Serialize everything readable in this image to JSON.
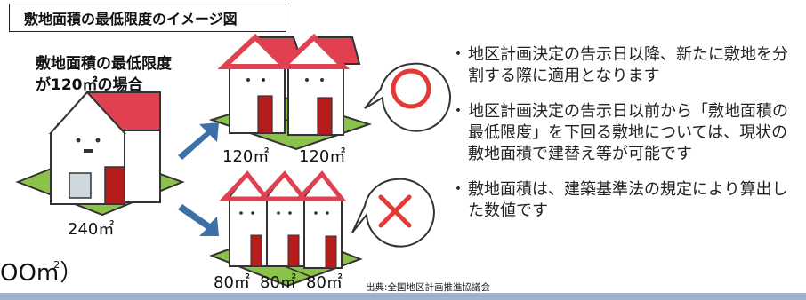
{
  "title": "敷地面積の最低限度のイメージ図",
  "heading": {
    "line1": "敷地面積の最低限度",
    "line2": "が120㎡の場合"
  },
  "areas": {
    "large": "240㎡",
    "split_two_a": "120㎡",
    "split_two_b": "120㎡",
    "split_three_a": "80㎡",
    "split_three_b": "80㎡",
    "split_three_c": "80㎡"
  },
  "partial_text": {
    "main": "OOm",
    "superscript": "2",
    "paren": "）"
  },
  "bullets": [
    "地区計画決定の告示日以降、新たに敷地を分割する際に適用となります",
    "地区計画決定の告示日以前から「敷地面積の最低限度」を下回る敷地については、現状の敷地面積で建替え等が可能です",
    "敷地面積は、建築基準法の規定により算出した数値です"
  ],
  "source": "出典:全国地区計画推進協議会",
  "colors": {
    "roof": "#e0404f",
    "lawn": "#8bc34a",
    "lawn_edge": "#333333",
    "door": "#b71c1c",
    "arrow": "#3d6fa8",
    "ok_mark": "#e53935",
    "ng_mark": "#e53935",
    "bottom_bar": "#9fb3cf"
  },
  "icons": {
    "ok": "circle-ok-icon",
    "ng": "cross-ng-icon"
  }
}
